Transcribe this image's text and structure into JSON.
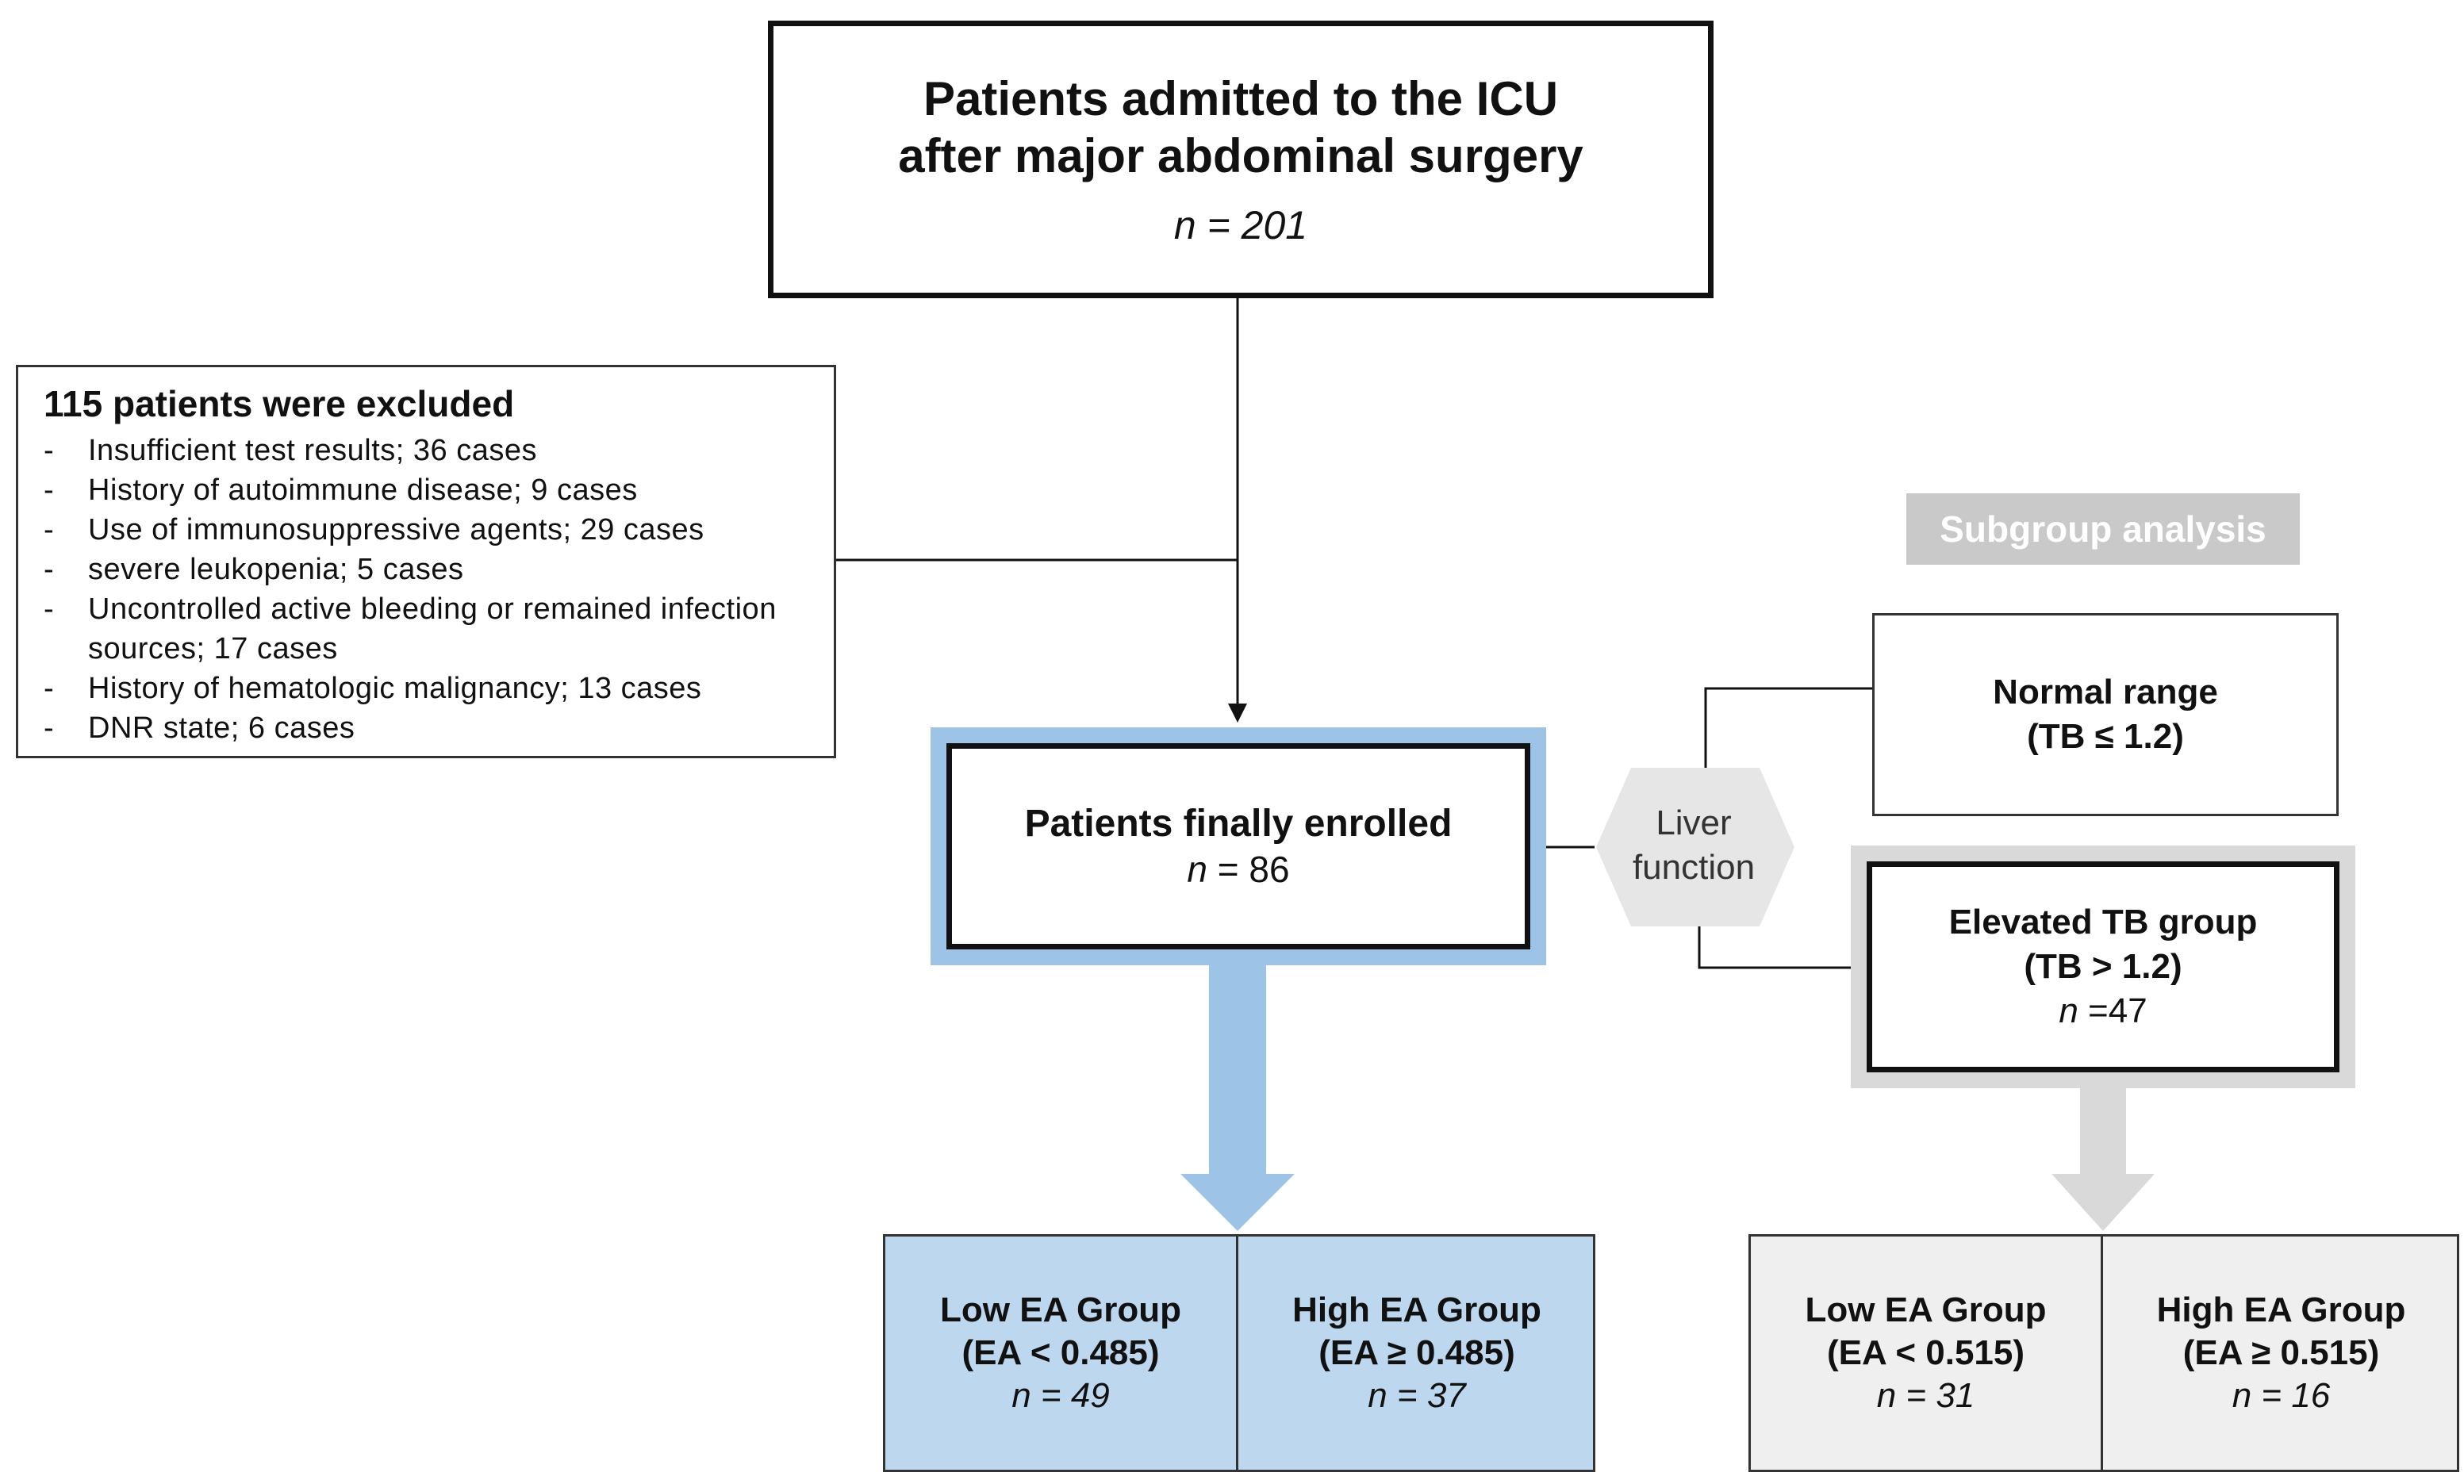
{
  "admitted": {
    "line1": "Patients admitted to the ICU",
    "line2": "after major abdominal surgery",
    "n": "n = 201"
  },
  "excluded": {
    "title": "115 patients were excluded",
    "items": [
      "Insufficient test results; 36 cases",
      "History of autoimmune disease; 9 cases",
      "Use of immunosuppressive agents; 29 cases",
      "severe leukopenia; 5 cases",
      "Uncontrolled active bleeding or remained infection sources; 17 cases",
      "History of hematologic malignancy; 13 cases",
      "DNR state; 6 cases"
    ]
  },
  "enrolled": {
    "title": "Patients finally enrolled",
    "n_label": "n",
    "n_value": "= 86"
  },
  "subgroup_label": "Subgroup analysis",
  "liver": {
    "line1": "Liver",
    "line2": "function"
  },
  "normal_range": {
    "line1": "Normal range",
    "line2": "(TB ≤ 1.2)"
  },
  "elevated": {
    "line1": "Elevated TB group",
    "line2": "(TB > 1.2)",
    "n_label": "n",
    "n_value": "=47"
  },
  "main_groups": [
    {
      "name": "Low EA Group",
      "criterion": "(EA < 0.485)",
      "n": "n = 49"
    },
    {
      "name": "High EA Group",
      "criterion": "(EA ≥ 0.485)",
      "n": "n = 37"
    }
  ],
  "sub_groups": [
    {
      "name": "Low EA Group",
      "criterion": "(EA < 0.515)",
      "n": "n = 31"
    },
    {
      "name": "High EA Group",
      "criterion": "(EA ≥ 0.515)",
      "n": "n = 16"
    }
  ],
  "colors": {
    "main_frame": "#9dc3e6",
    "main_arrow": "#9dc3e6",
    "main_groups_fill": "#bdd7ee",
    "sub_frame": "#d9d9d9",
    "sub_arrow": "#d9d9d9",
    "sub_groups_fill": "#efefef",
    "subgroup_label_fill": "#c9c9c9",
    "hexagon_fill": "#e6e6e6"
  }
}
